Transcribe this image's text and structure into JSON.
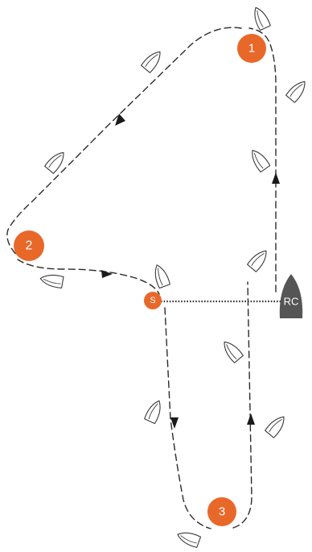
{
  "marks": [
    {
      "label": "1",
      "color": "#e8682a"
    },
    {
      "label": "2",
      "color": "#e8682a"
    },
    {
      "label": "3",
      "color": "#e8682a"
    },
    {
      "label": "S",
      "color": "#e8682a"
    }
  ],
  "committee_boat": {
    "label": "RC",
    "color": "#555555"
  },
  "colors": {
    "course_line": "#2a2a2a",
    "boat_outline": "#3a3a3a"
  }
}
